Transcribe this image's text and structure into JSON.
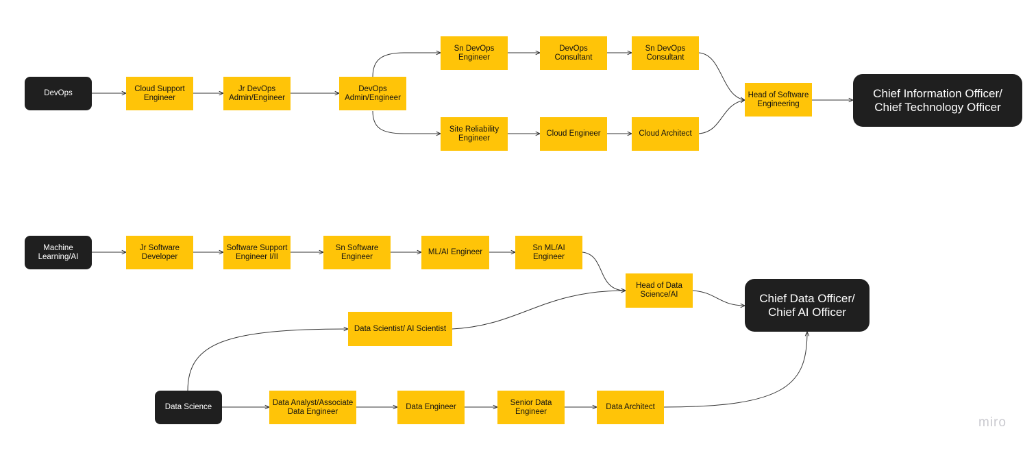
{
  "colors": {
    "step_fill": "#ffc408",
    "start_fill": "#1f1f1f",
    "edge": "#333333",
    "brand": "#c9c9cf"
  },
  "brand": {
    "name": "miro"
  },
  "nodes": {
    "devops": "DevOps",
    "cloud_support": "Cloud Support\nEngineer",
    "jr_devops": "Jr DevOps\nAdmin/Engineer",
    "devops_admin": "DevOps\nAdmin/Engineer",
    "sn_devops_eng": "Sn DevOps\nEngineer",
    "devops_consultant": "DevOps\nConsultant",
    "sn_devops_consultant": "Sn DevOps\nConsultant",
    "site_reliability": "Site Reliability\nEngineer",
    "cloud_engineer": "Cloud Engineer",
    "cloud_architect": "Cloud Architect",
    "head_software": "Head of Software\nEngineering",
    "cio_cto": "Chief Information Officer/\nChief Technology Officer",
    "ml_ai": "Machine\nLearning/AI",
    "jr_software_dev": "Jr Software\nDeveloper",
    "software_support": "Software Support\nEngineer I/II",
    "sn_software_eng": "Sn Software\nEngineer",
    "ml_ai_engineer": "ML/AI Engineer",
    "sn_ml_ai_engineer": "Sn ML/AI\nEngineer",
    "head_data_science": "Head of Data\nScience/AI",
    "data_scientist": "Data Scientist/ AI Scientist",
    "cdo_caio": "Chief Data Officer/\nChief AI Officer",
    "data_science": "Data Science",
    "data_analyst": "Data Analyst/Associate\nData Engineer",
    "data_engineer": "Data Engineer",
    "senior_data_engineer": "Senior Data\nEngineer",
    "data_architect": "Data Architect"
  }
}
